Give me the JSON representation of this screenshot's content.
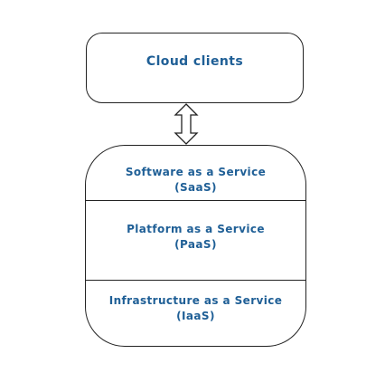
{
  "diagram": {
    "clients": {
      "label": "Cloud clients"
    },
    "layers": [
      {
        "line1": "Software as a Service",
        "line2": "(SaaS)"
      },
      {
        "line1": "Platform as a Service",
        "line2": "(PaaS)"
      },
      {
        "line1": "Infrastructure as a Service",
        "line2": "(IaaS)"
      }
    ],
    "colors": {
      "text": "#1f5f96",
      "border": "#222222"
    },
    "connector": "double-headed-arrow"
  }
}
